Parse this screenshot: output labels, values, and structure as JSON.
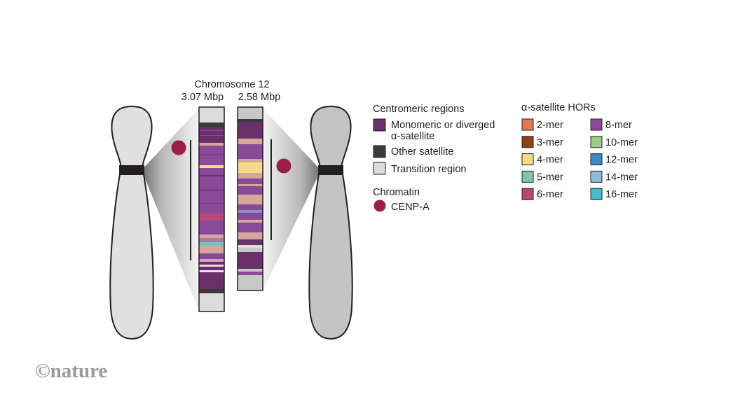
{
  "diagram": {
    "title": "Chromosome 12",
    "assemblies": [
      {
        "size_label": "3.07 Mbp"
      },
      {
        "size_label": "2.58 Mbp"
      }
    ]
  },
  "legend": {
    "centromeric": {
      "heading": "Centromeric regions",
      "items": [
        {
          "label_lines": [
            "Monomeric or diverged",
            "α-satellite"
          ],
          "color": "#6b2f6b"
        },
        {
          "label_lines": [
            "Other satellite"
          ],
          "color": "#3a3a3a"
        },
        {
          "label_lines": [
            "Transition region"
          ],
          "color": "#dcdcdc"
        }
      ]
    },
    "chromatin": {
      "heading": "Chromatin",
      "items": [
        {
          "label": "CENP-A",
          "color": "#9c1d4a"
        }
      ]
    },
    "hors": {
      "heading": "α-satellite HORs",
      "items": [
        {
          "label": "2-mer",
          "color": "#e07856"
        },
        {
          "label": "3-mer",
          "color": "#8e4112"
        },
        {
          "label": "4-mer",
          "color": "#f5dd85"
        },
        {
          "label": "5-mer",
          "color": "#7ec4b3"
        },
        {
          "label": "6-mer",
          "color": "#b94874"
        },
        {
          "label": "8-mer",
          "color": "#8a4a9a"
        },
        {
          "label": "10-mer",
          "color": "#9ccc8b"
        },
        {
          "label": "12-mer",
          "color": "#3a8cc6"
        },
        {
          "label": "14-mer",
          "color": "#8cbbd8"
        },
        {
          "label": "16-mer",
          "color": "#47bccb"
        }
      ]
    }
  },
  "branding": {
    "logo": "©nature"
  }
}
